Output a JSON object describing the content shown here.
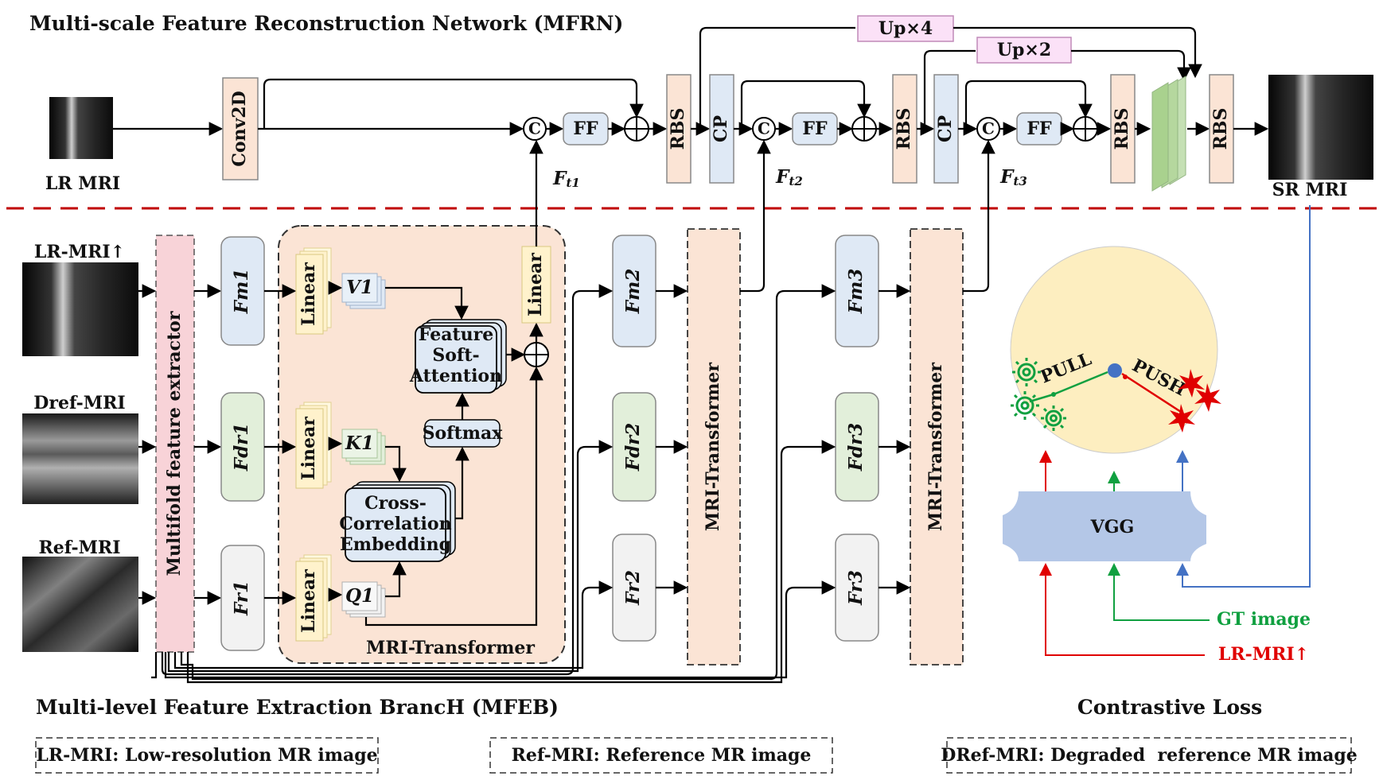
{
  "colors": {
    "peach": "#fbe4d5",
    "peach_edge": "#d7a985",
    "blue": "#dfe9f5",
    "blue_edge": "#8fa7c7",
    "green": "#e2efda",
    "green_edge": "#93b482",
    "gray": "#f2f2f2",
    "pink": "#f8d3d8",
    "yellow": "#fff2cc",
    "lilac": "#fbe1f7",
    "circle": "#fdeec0",
    "vgg": "#b4c7e7",
    "red_dash": "#c00000",
    "red": "#e00000",
    "green_line": "#10a040",
    "blue_line": "#4472c4",
    "green_stack": "#a9d18e"
  },
  "mfrn": {
    "title": "Multi-scale Feature Reconstruction Network (MFRN)",
    "lr_label": "LR MRI",
    "sr_label": "SR MRI",
    "conv": "Conv2D",
    "concat": "C",
    "ff": "FF",
    "rbs": "RBS",
    "cp": "CP",
    "up4": "Up×4",
    "up2": "Up×2",
    "ft": [
      {
        "base": "F",
        "sub": "t1"
      },
      {
        "base": "F",
        "sub": "t2"
      },
      {
        "base": "F",
        "sub": "t3"
      }
    ]
  },
  "mfeb": {
    "title": "Multi-level Feature Extraction BrancH (MFEB)",
    "inputs": [
      "LR-MRI↑",
      "Dref-MRI",
      "Ref-MRI"
    ],
    "extractor": "Multifold feature extractor",
    "features_1": [
      "Fm1",
      "Fdr1",
      "Fr1"
    ],
    "features_2": [
      "Fm2",
      "Fdr2",
      "Fr2"
    ],
    "features_3": [
      "Fm3",
      "Fdr3",
      "Fr3"
    ],
    "linear": "Linear",
    "v1": "V1",
    "k1": "K1",
    "q1": "Q1",
    "attention": [
      "Feature",
      "Soft-",
      "Attention"
    ],
    "softmax": "Softmax",
    "cross": [
      "Cross-",
      "Correlation",
      "Embedding"
    ],
    "transformer_caption": "MRI-Transformer",
    "transformer_box": "MRI-Transformer"
  },
  "contrastive": {
    "title": "Contrastive Loss",
    "pull": "PULL",
    "push": "PUSH",
    "vgg": "VGG",
    "gt": "GT image",
    "lr": "LR-MRI↑"
  },
  "legend": [
    "LR-MRI: Low-resolution MR image",
    "Ref-MRI: Reference MR image",
    "DRef-MRI: Degraded  reference MR image"
  ]
}
